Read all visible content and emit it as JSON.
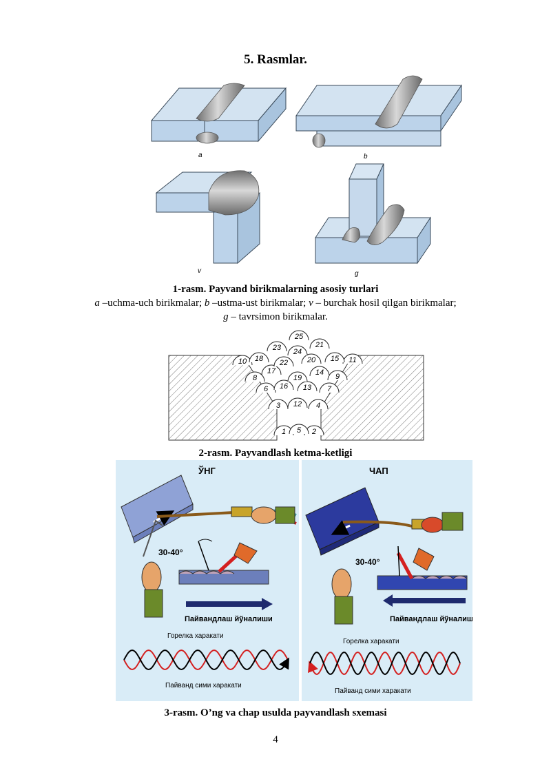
{
  "heading": "5. Rasmlar.",
  "fig1": {
    "labels": {
      "a": "a",
      "b": "b",
      "v": "v",
      "g": "g"
    },
    "caption_title": "1-rasm. Payvand birikmalarning asosiy turlari",
    "caption_line1": [
      {
        "text": "a",
        "italic": true
      },
      {
        "text": " –uchma-uch birikmalar; ",
        "italic": false
      },
      {
        "text": "b",
        "italic": true
      },
      {
        "text": " –ustma-ust birikmalar; ",
        "italic": false
      },
      {
        "text": "v",
        "italic": true
      },
      {
        "text": " – burchak hosil qilgan birikmalar;",
        "italic": false
      }
    ],
    "caption_line2": [
      {
        "text": "g",
        "italic": true
      },
      {
        "text": " – tavrsimon birikmalar.",
        "italic": false
      }
    ]
  },
  "fig2": {
    "bead_numbers": [
      "1",
      "2",
      "3",
      "4",
      "5",
      "6",
      "7",
      "8",
      "9",
      "10",
      "11",
      "12",
      "13",
      "14",
      "15",
      "16",
      "17",
      "18",
      "19",
      "20",
      "21",
      "22",
      "23",
      "24",
      "25"
    ],
    "caption": "2-rasm. Payvandlash ketma-ketligi"
  },
  "fig3": {
    "left": {
      "title": "ЎНГ",
      "angle": "30-40°",
      "direction": "Пайвандлаш йўналиши",
      "torch_motion": "Горелка харакати",
      "wire_motion": "Пайванд сими харакати"
    },
    "right": {
      "title": "ЧАП",
      "angle": "30-40°",
      "direction": "Пайвандлаш йўналиши",
      "torch_motion": "Горелка харакати",
      "wire_motion": "Пайванд сими харакати"
    },
    "caption": "3-rasm. O’ng va chap usulda payvandlash sxemasi"
  },
  "page_number": "4",
  "colors": {
    "plate": "#c9dcee",
    "plate_edge": "#3a4a5a",
    "bead": "#9a9a9a",
    "panel_bg": "#d9ecf7",
    "blue_plate_left": "#8fa2d6",
    "blue_plate_right": "#2c3a9e",
    "red": "#d42020",
    "arrow_navy": "#1e2a6e"
  }
}
